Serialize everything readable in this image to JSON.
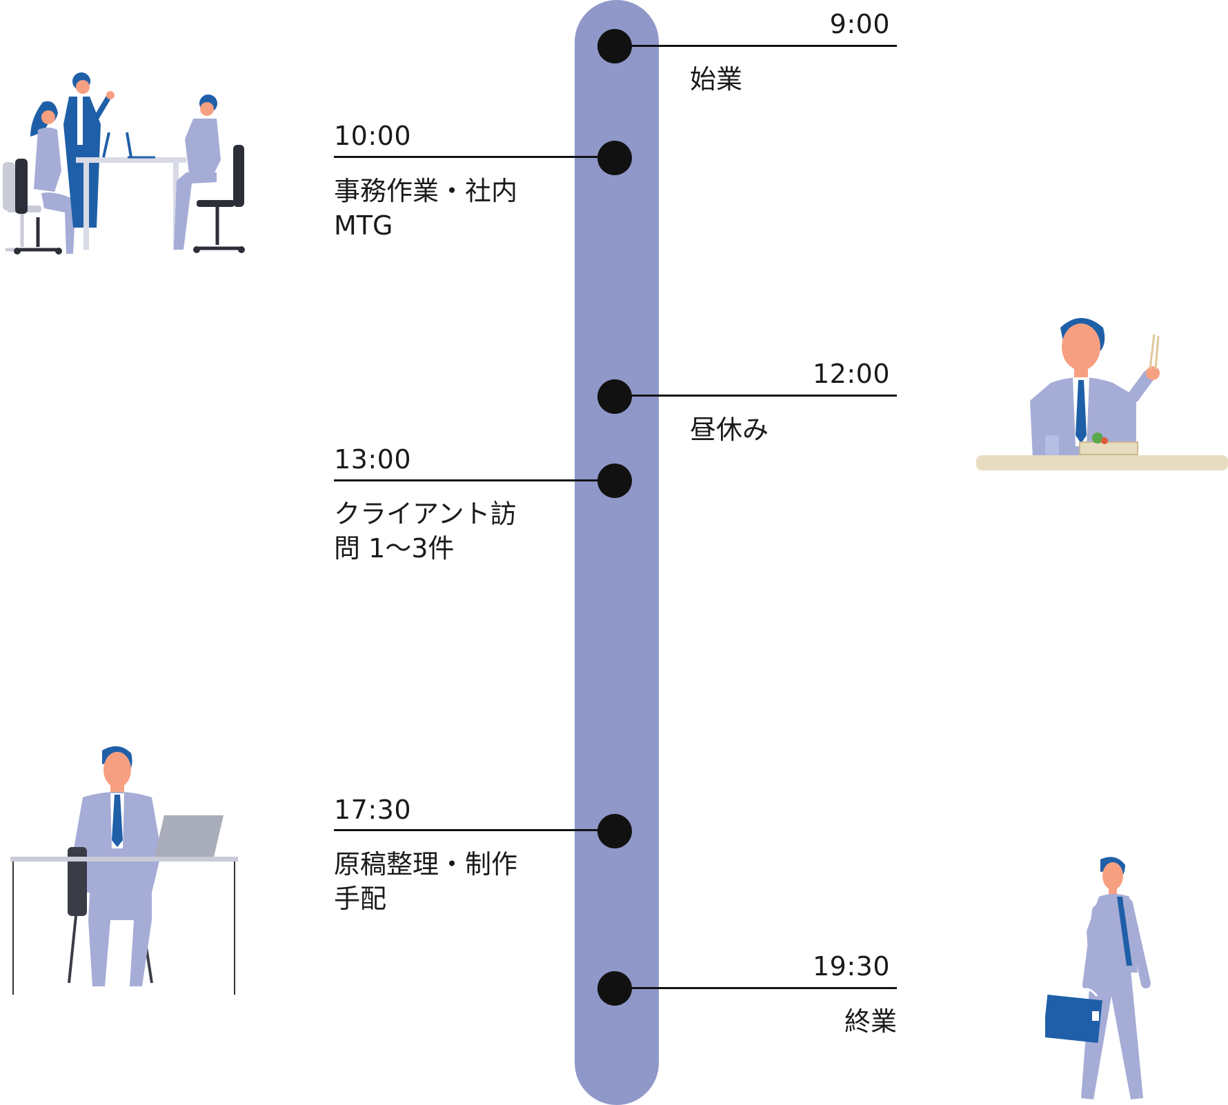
{
  "colors": {
    "timeline": "#8f98c8",
    "dot": "#111111",
    "suit": "#a5acd6",
    "suit_dark": "#1f5fa8",
    "hair": "#1f5fa8",
    "skin": "#f7a081",
    "table_lunch": "#e8dcc0"
  },
  "events": [
    {
      "time": "9:00",
      "label": "始業"
    },
    {
      "time": "10:00",
      "label": "事務作業・社内\nMTG"
    },
    {
      "time": "12:00",
      "label": "昼休み"
    },
    {
      "time": "13:00",
      "label": "クライアント訪\n問 1〜3件"
    },
    {
      "time": "17:30",
      "label": "原稿整理・制作\n手配"
    },
    {
      "time": "19:30",
      "label": "終業"
    }
  ],
  "illustrations": [
    "meeting-illustration",
    "lunch-illustration",
    "desk-work-illustration",
    "walking-home-illustration"
  ]
}
